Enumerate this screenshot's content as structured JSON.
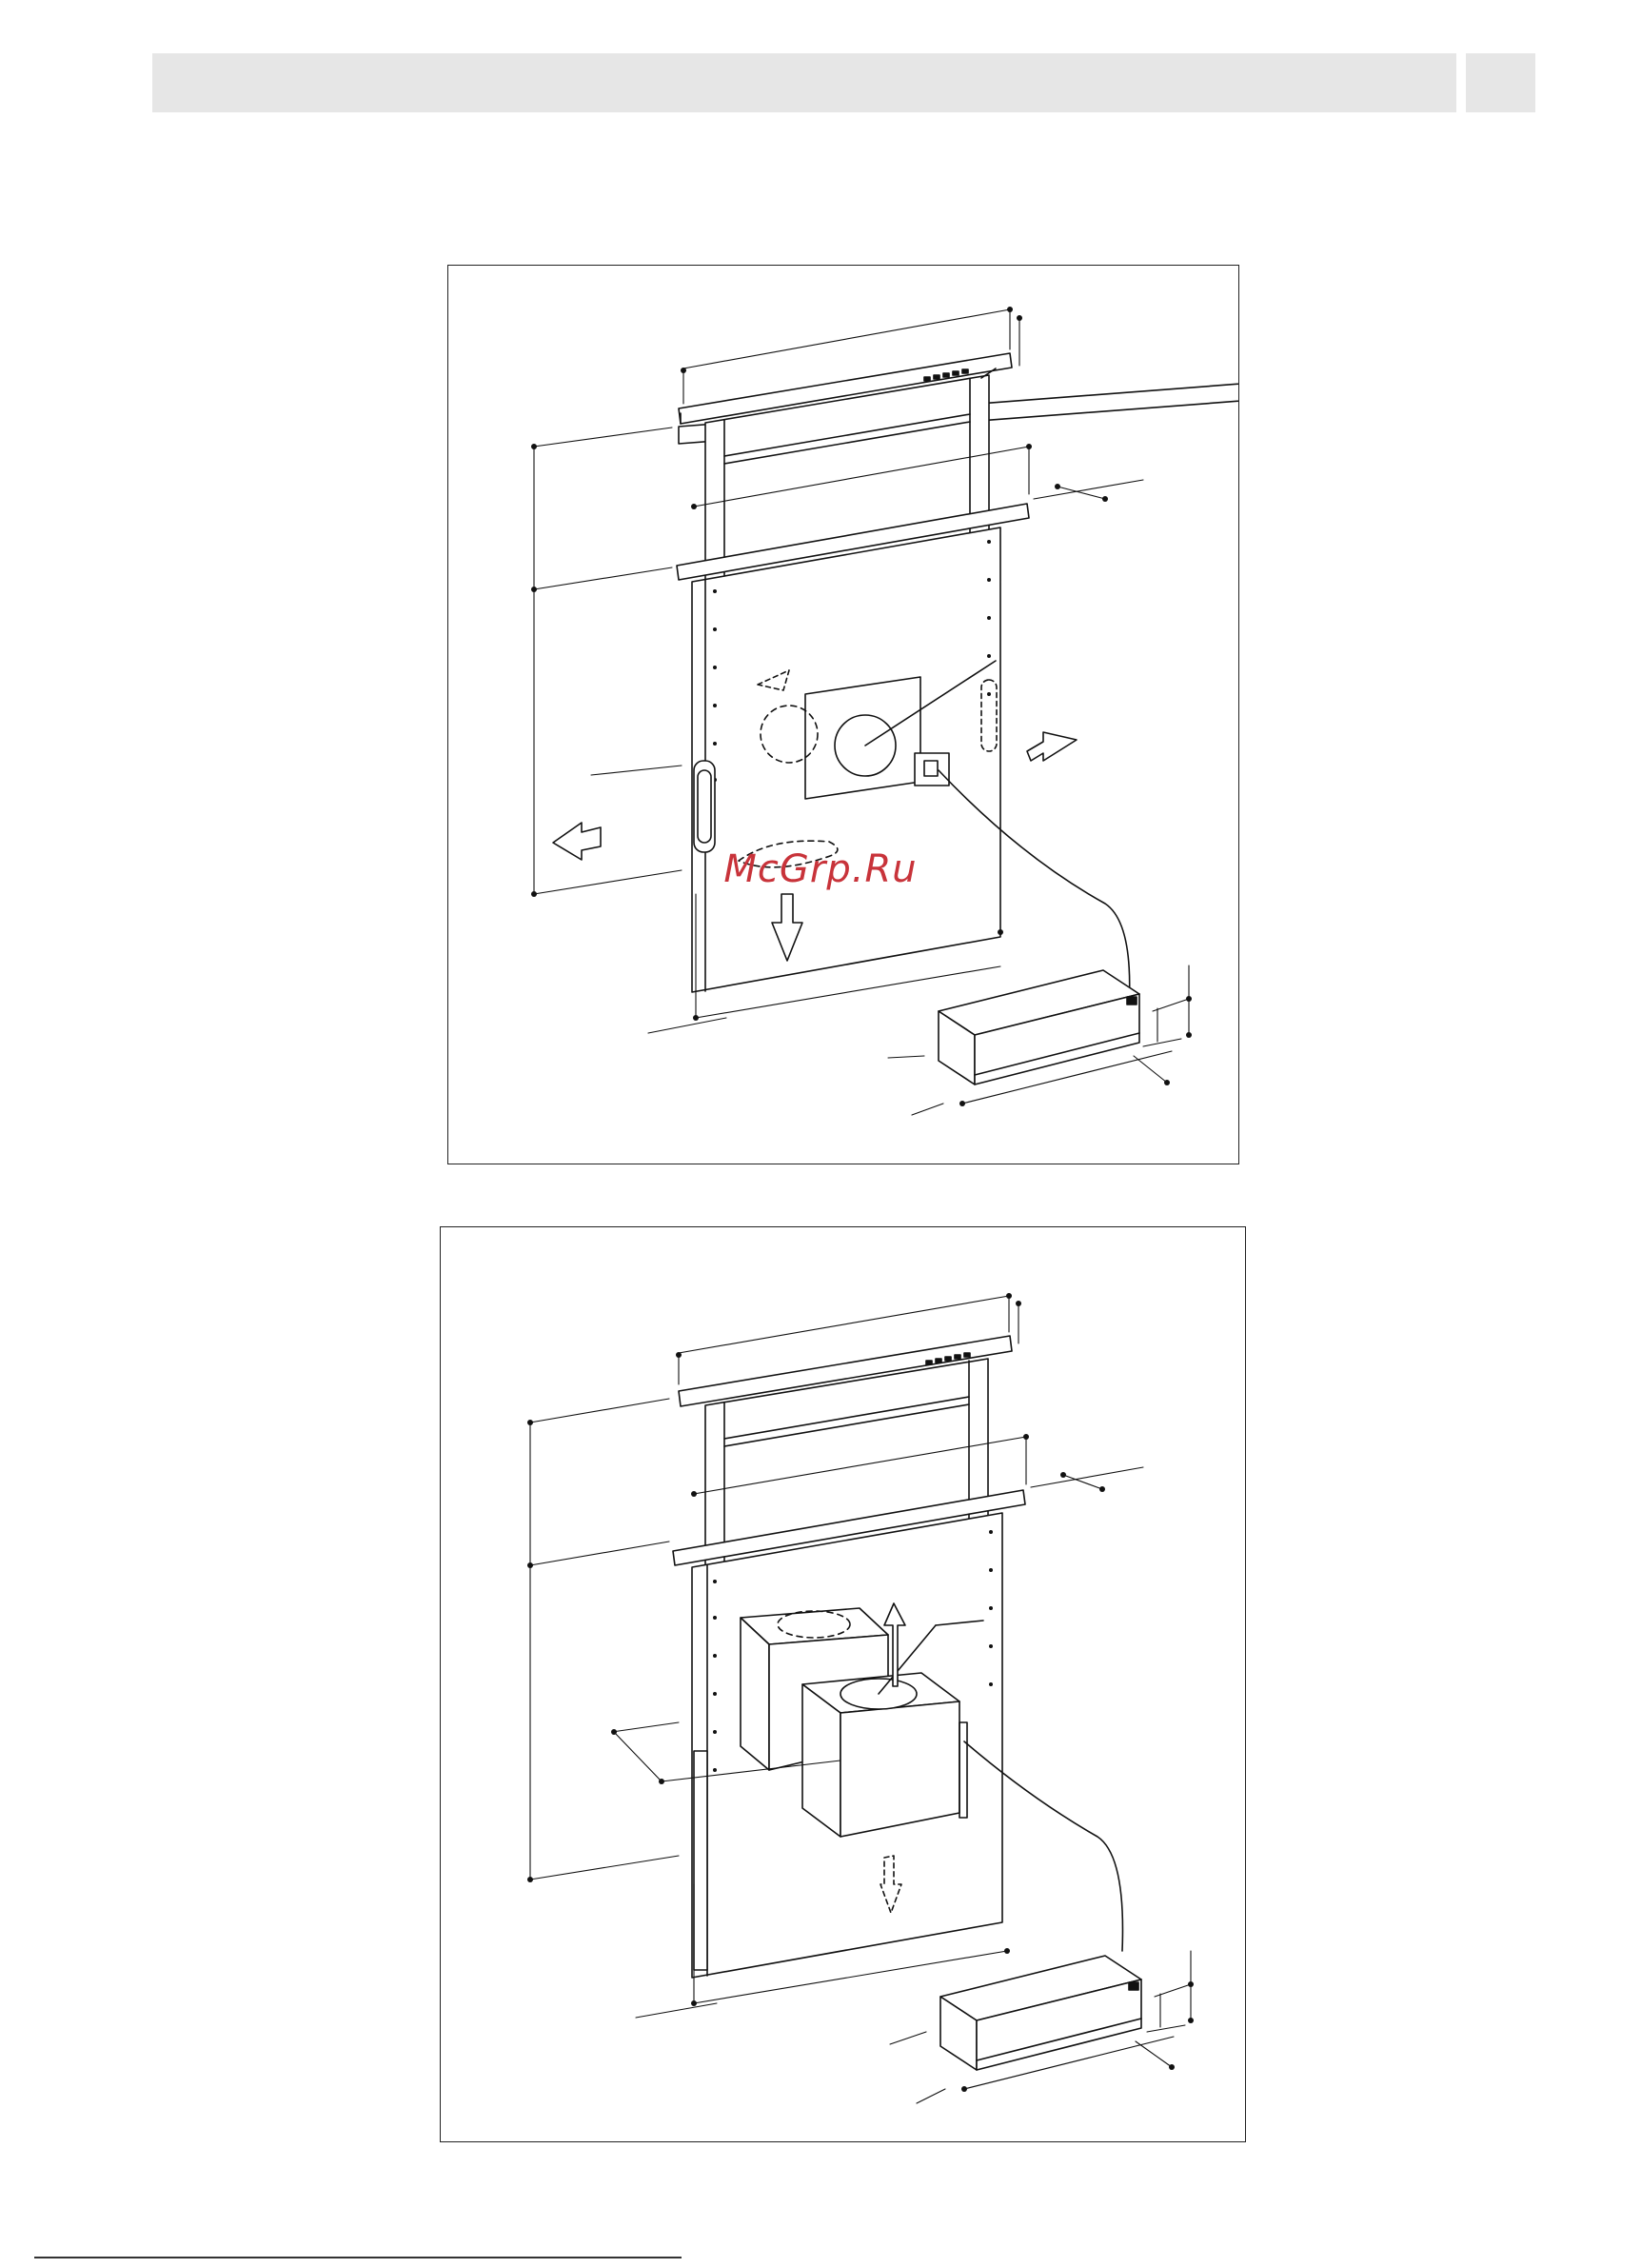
{
  "watermark": {
    "text": "McGrp.Ru",
    "color": "#c8333a"
  },
  "colors": {
    "header_bar": "#e6e6e6",
    "line": "#111111"
  },
  "figures": [
    {
      "id": "installation-diagram-external-motor",
      "arrows": [
        "left-arrow-icon",
        "down-arrow-icon",
        "right-arrow-icon",
        "up-left-arrow-icon"
      ]
    },
    {
      "id": "installation-diagram-recirculation-motor",
      "arrows": [
        "up-arrow-icon",
        "down-arrow-icon"
      ]
    }
  ]
}
